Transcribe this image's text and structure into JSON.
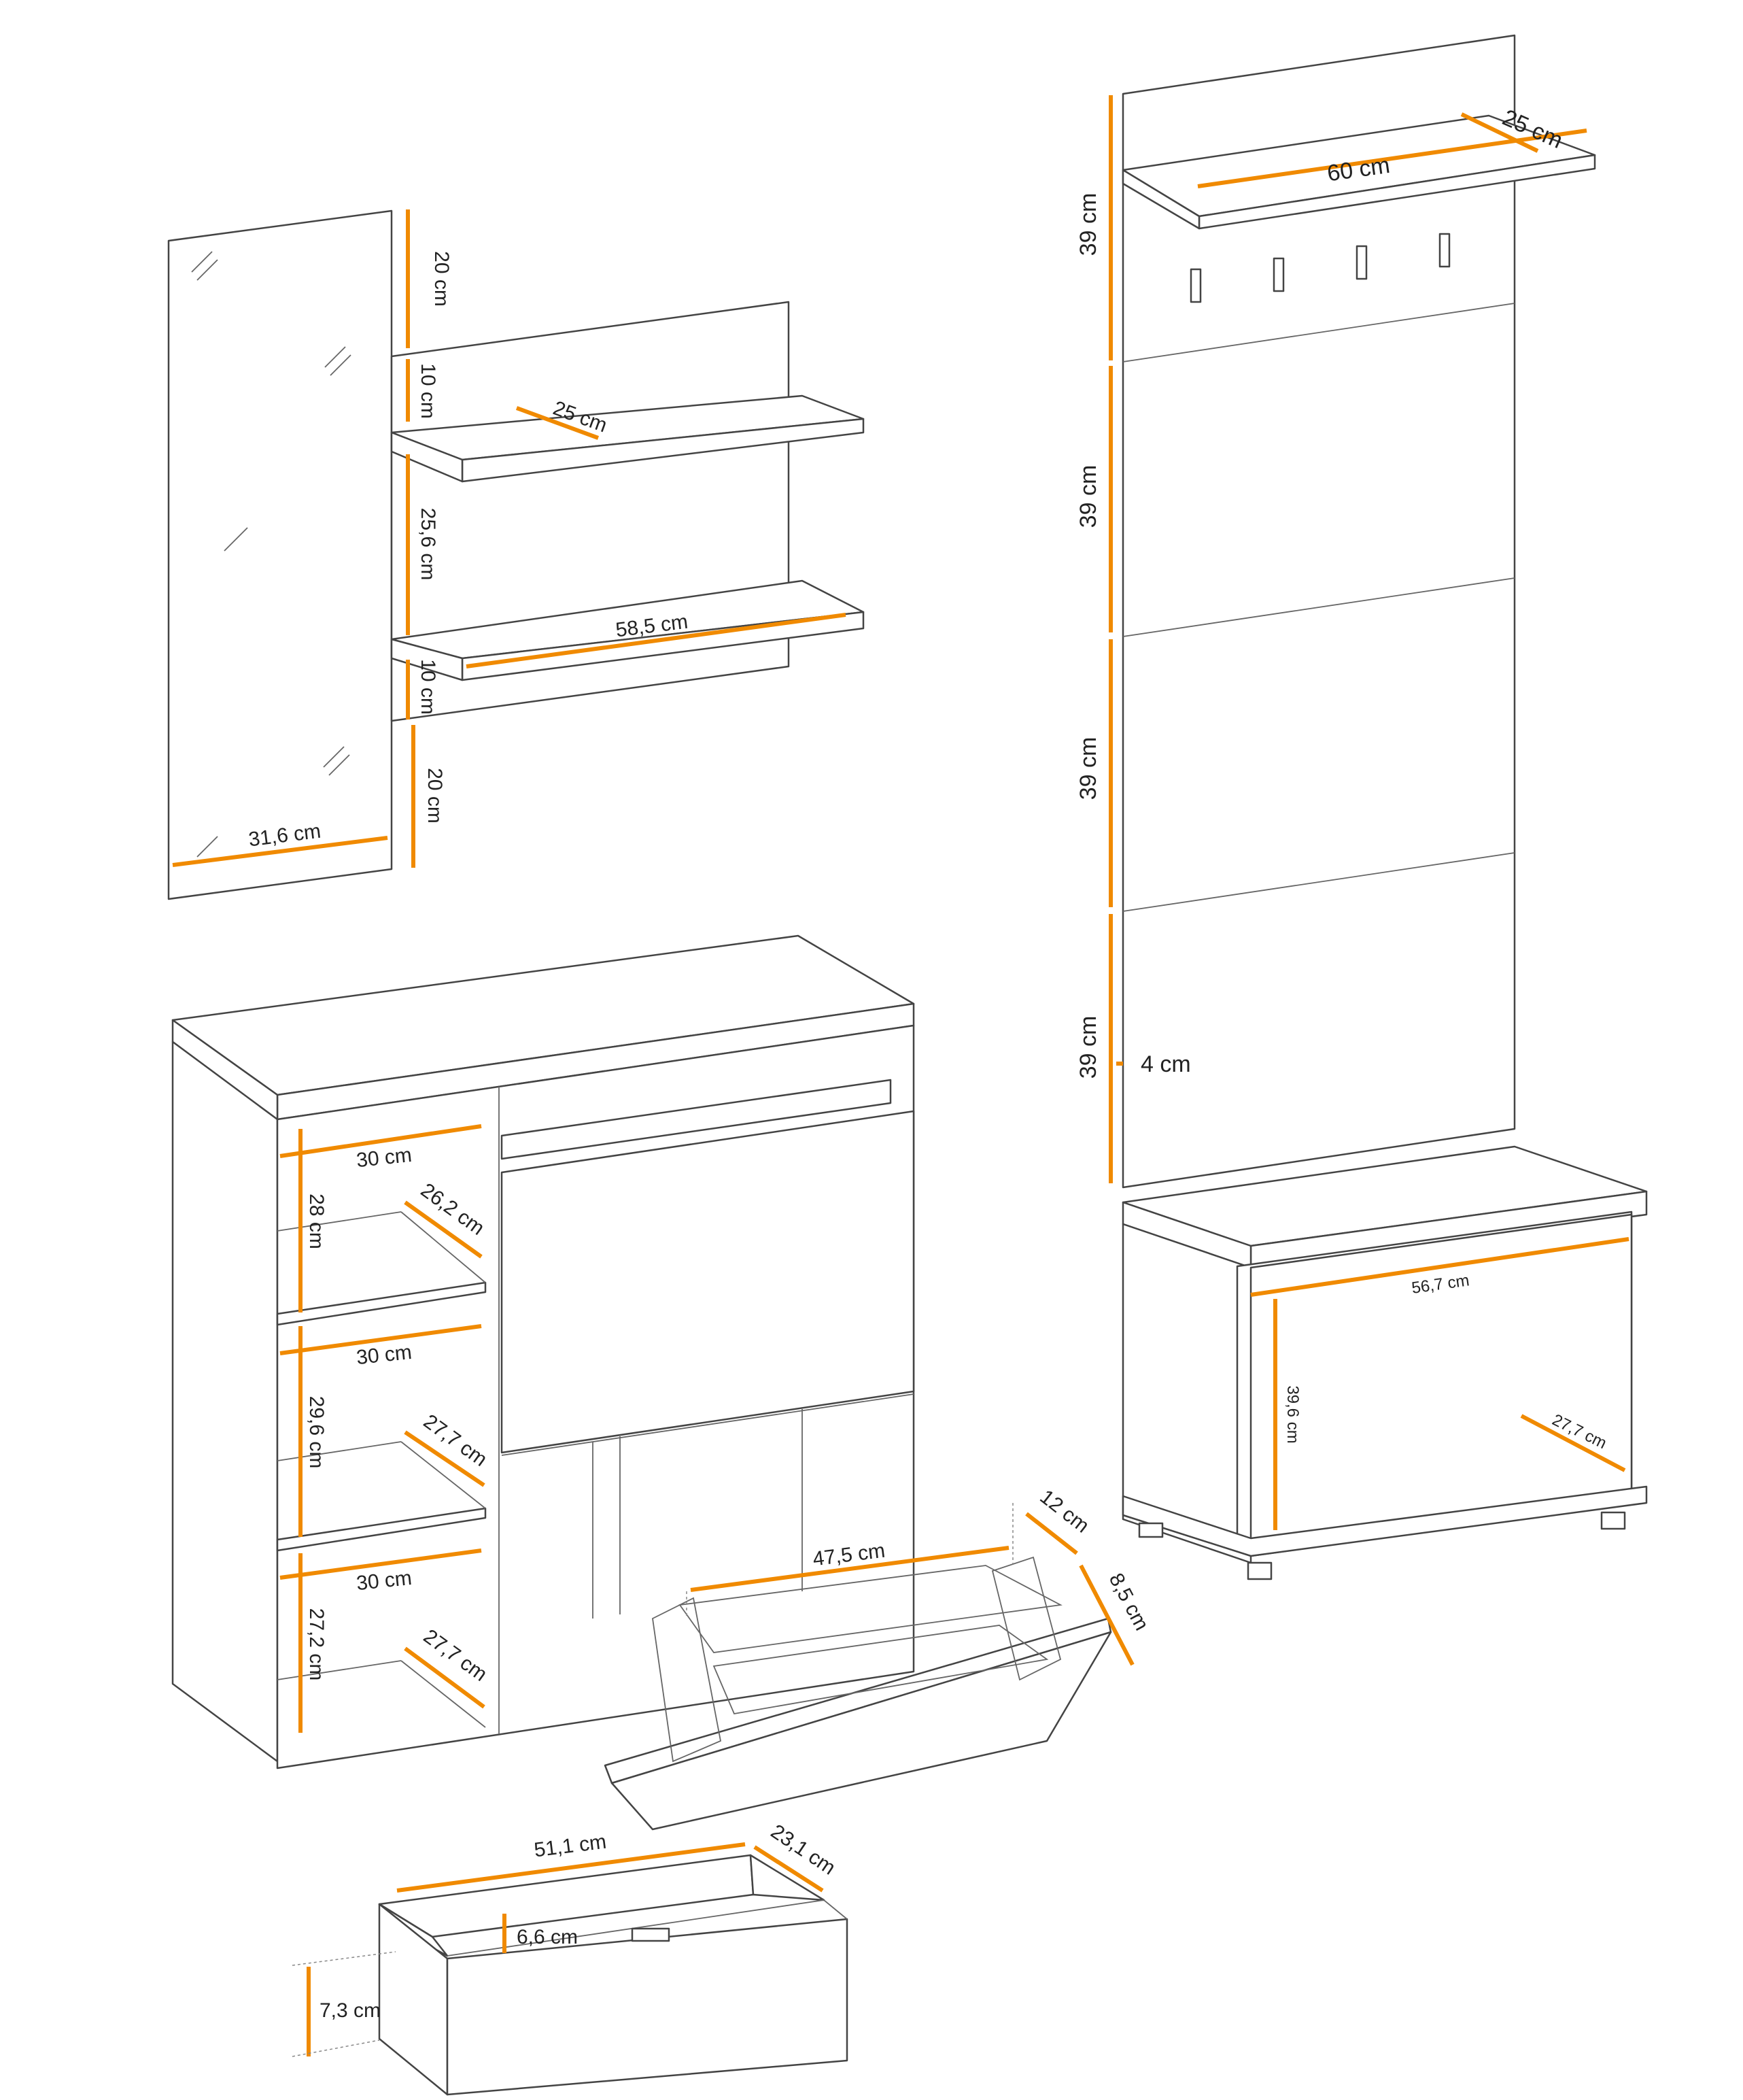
{
  "colors": {
    "dimension": "#f08a00",
    "line": "#444444",
    "text": "#222222"
  },
  "dimensions": {
    "mirror_width": "31,6 cm",
    "mirror_top": "20 cm",
    "mirror_bottom": "20 cm",
    "shelf_gap_top": "10 cm",
    "shelf_gap_middle": "25,6 cm",
    "shelf_gap_bottom": "10 cm",
    "shelf_depth": "25 cm",
    "shelf_width": "58,5 cm",
    "hall_shelf_depth": "25 cm",
    "hall_shelf_width": "60 cm",
    "panel_1": "39 cm",
    "panel_2": "39 cm",
    "panel_3": "39 cm",
    "panel_4": "39 cm",
    "panel_thickness": "4 cm",
    "bench_inner_width": "56,7 cm",
    "bench_inner_height": "39,6 cm",
    "bench_inner_depth": "27,7 cm",
    "cab_width_1": "30 cm",
    "cab_width_2": "30 cm",
    "cab_width_3": "30 cm",
    "cab_height_1": "28 cm",
    "cab_height_2": "29,6 cm",
    "cab_height_3": "27,2 cm",
    "cab_depth_1": "26,2 cm",
    "cab_depth_2": "27,7 cm",
    "cab_depth_3": "27,7 cm",
    "shoe_width": "47,5 cm",
    "shoe_depth_a": "12 cm",
    "shoe_depth_b": "8,5 cm",
    "drawer_width": "51,1 cm",
    "drawer_depth": "23,1 cm",
    "drawer_inner_height": "6,6 cm",
    "drawer_height": "7,3 cm"
  }
}
